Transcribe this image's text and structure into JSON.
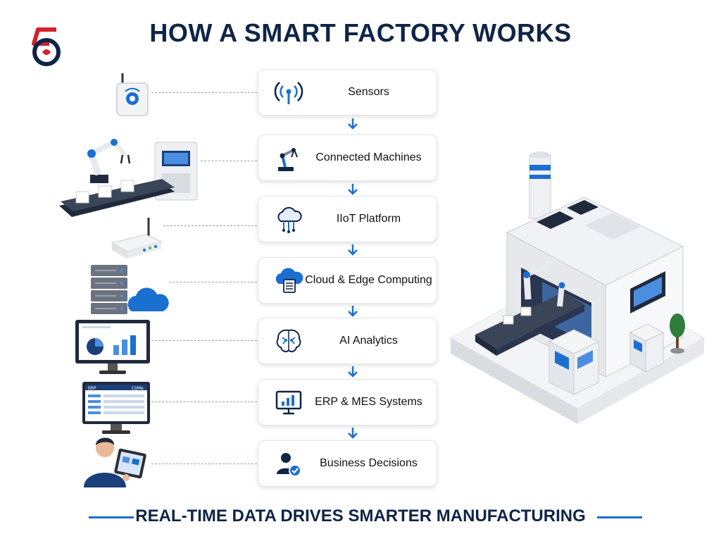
{
  "title": "HOW A SMART FACTORY WORKS",
  "footer": "REAL-TIME DATA DRIVES SMARTER MANUFACTURING",
  "colors": {
    "navy": "#0f2447",
    "accent": "#1a6fd1",
    "logo_red": "#d3202f"
  },
  "steps": [
    {
      "label": "Sensors",
      "icon": "wireless-sensor-icon"
    },
    {
      "label": "Connected Machines",
      "icon": "robot-arm-icon"
    },
    {
      "label": "IIoT Platform",
      "icon": "cloud-circuit-icon"
    },
    {
      "label": "Cloud & Edge Computing",
      "icon": "cloud-server-icon"
    },
    {
      "label": "AI Analytics",
      "icon": "brain-icon"
    },
    {
      "label": "ERP & MES Systems",
      "icon": "monitor-chart-icon"
    },
    {
      "label": "Business Decisions",
      "icon": "user-check-icon"
    }
  ],
  "device_screens": {
    "erp_header": "ERP",
    "erp_side": "Cl/Me"
  }
}
